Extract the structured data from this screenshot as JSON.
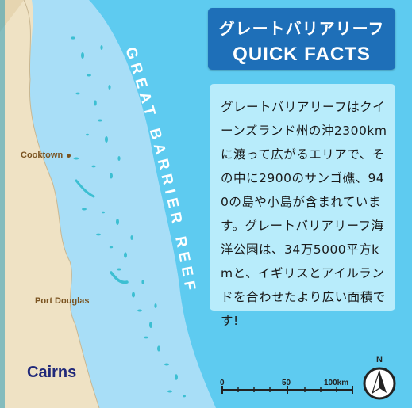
{
  "title": {
    "japanese": "グレートバリアリーフ",
    "english": "QUICK FACTS"
  },
  "info": {
    "text": "グレートバリアリーフはクイーンズランド州の沖2300kmに渡って広がるエリアで、その中に2900のサンゴ礁、940の島や小島が含まれています。グレートバリアリーフ海洋公園は、34万5000平方kmと、イギリスとアイルランドを合わせたより広い面積です!"
  },
  "reef_label": "GREAT BARRIER REEF",
  "places": {
    "cooktown": "Cooktown",
    "port_douglas": "Port Douglas",
    "cairns": "Cairns"
  },
  "scale": {
    "label_0": "0",
    "label_50": "50",
    "label_100": "100km"
  },
  "north": "N",
  "colors": {
    "ocean": "#5ecbf0",
    "reef_shelf": "#a8def7",
    "land": "#efe2c4",
    "reef": "#3cbfd2",
    "title_box": "#1e6fb8",
    "info_box": "#b8ecfb",
    "cairns_text": "#21297a",
    "town_text": "#7a5320"
  }
}
